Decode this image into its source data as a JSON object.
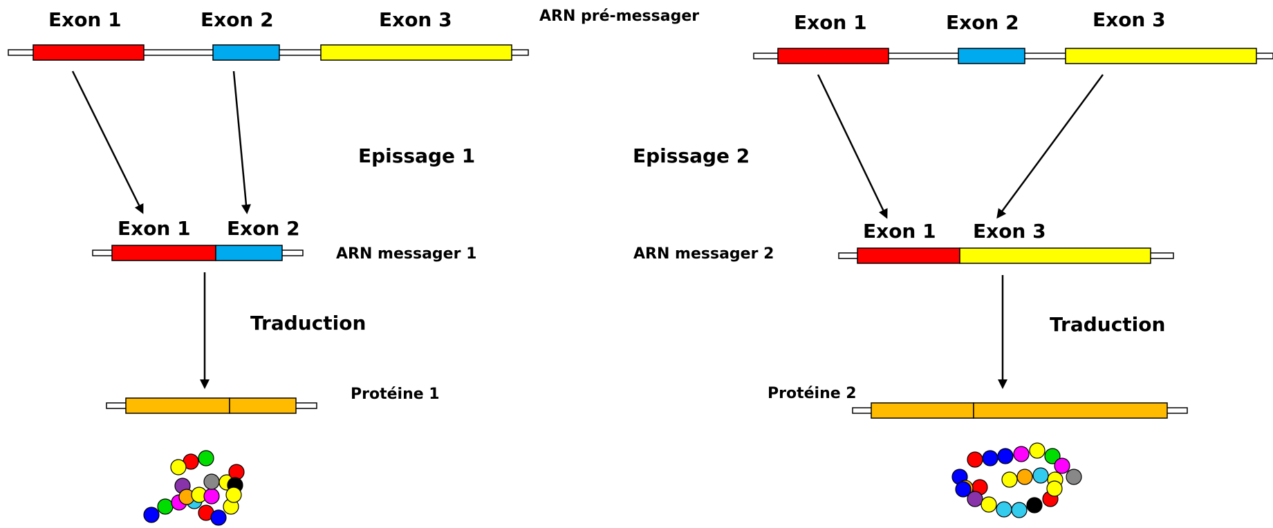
{
  "colors": {
    "exon1": "#ff0000",
    "exon2": "#00aaee",
    "exon3": "#ffff00",
    "protein": "#ffbb00",
    "line": "#000000",
    "utr": "#ffffff"
  },
  "left": {
    "pre_mrna": {
      "exons": [
        "Exon 1",
        "Exon 2",
        "Exon 3"
      ],
      "label": "ARN pré-messager"
    },
    "splicing_label": "Epissage 1",
    "mrna": {
      "exons": [
        "Exon 1",
        "Exon 2"
      ],
      "label": "ARN messager 1"
    },
    "translation_label": "Traduction",
    "protein_label": "Protéine 1"
  },
  "right": {
    "pre_mrna": {
      "exons": [
        "Exon 1",
        "Exon 2",
        "Exon 3"
      ]
    },
    "splicing_label": "Epissage 2",
    "mrna": {
      "exons": [
        "Exon 1",
        "Exon 3"
      ],
      "label": "ARN messager 2"
    },
    "translation_label": "Traduction",
    "protein_label": "Protéine 2"
  },
  "bead_colors": {
    "protein1": [
      "blue",
      "green",
      "magenta",
      "cyan",
      "red",
      "blue",
      "yellow",
      "purple",
      "orange",
      "yellow",
      "magenta",
      "gray",
      "yellow",
      "red",
      "black",
      "yellow",
      "green",
      "red",
      "yellow"
    ],
    "protein2": [
      "blue",
      "red",
      "blue",
      "blue",
      "magenta",
      "yellow",
      "green",
      "magenta",
      "gray",
      "yellow",
      "cyan",
      "orange",
      "yellow",
      "red",
      "orange",
      "purple",
      "yellow",
      "cyan",
      "cyan",
      "black",
      "red",
      "yellow",
      "blue"
    ]
  }
}
